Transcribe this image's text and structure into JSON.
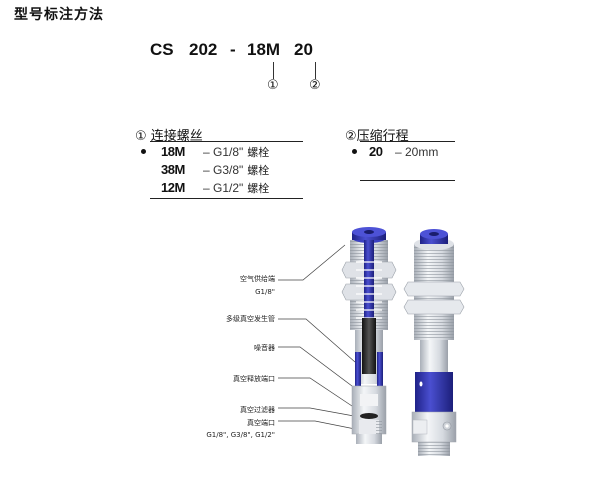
{
  "page": {
    "title": "型号标注方法"
  },
  "model_code": {
    "parts": [
      "CS",
      "202",
      "-",
      "18M",
      "20"
    ],
    "markers": [
      "①",
      "②"
    ]
  },
  "section1": {
    "header": "① 连接螺丝",
    "options": [
      {
        "code": "18M",
        "desc": "– G1/8\"",
        "cn": "螺栓",
        "selected": true
      },
      {
        "code": "38M",
        "desc": "– G3/8\"",
        "cn": "螺栓",
        "selected": false
      },
      {
        "code": "12M",
        "desc": "– G1/2\"",
        "cn": "螺栓",
        "selected": false
      }
    ]
  },
  "section2": {
    "header": "②压缩行程",
    "options": [
      {
        "code": "20",
        "desc": "–  20mm",
        "selected": true
      }
    ]
  },
  "diagram": {
    "callouts": [
      {
        "label": "空气供给端",
        "sub": "G1/8\""
      },
      {
        "label": "多级真空发生管"
      },
      {
        "label": "噪音器"
      },
      {
        "label": "真空释放端口"
      },
      {
        "label": "真空过滤器"
      },
      {
        "label": "真空端口",
        "sub": "G1/8\", G3/8\", G1/2\""
      }
    ],
    "colors": {
      "accent_blue": "#2b2fa6",
      "metal": "#d8dce2",
      "dark": "#2a2a2a"
    }
  }
}
